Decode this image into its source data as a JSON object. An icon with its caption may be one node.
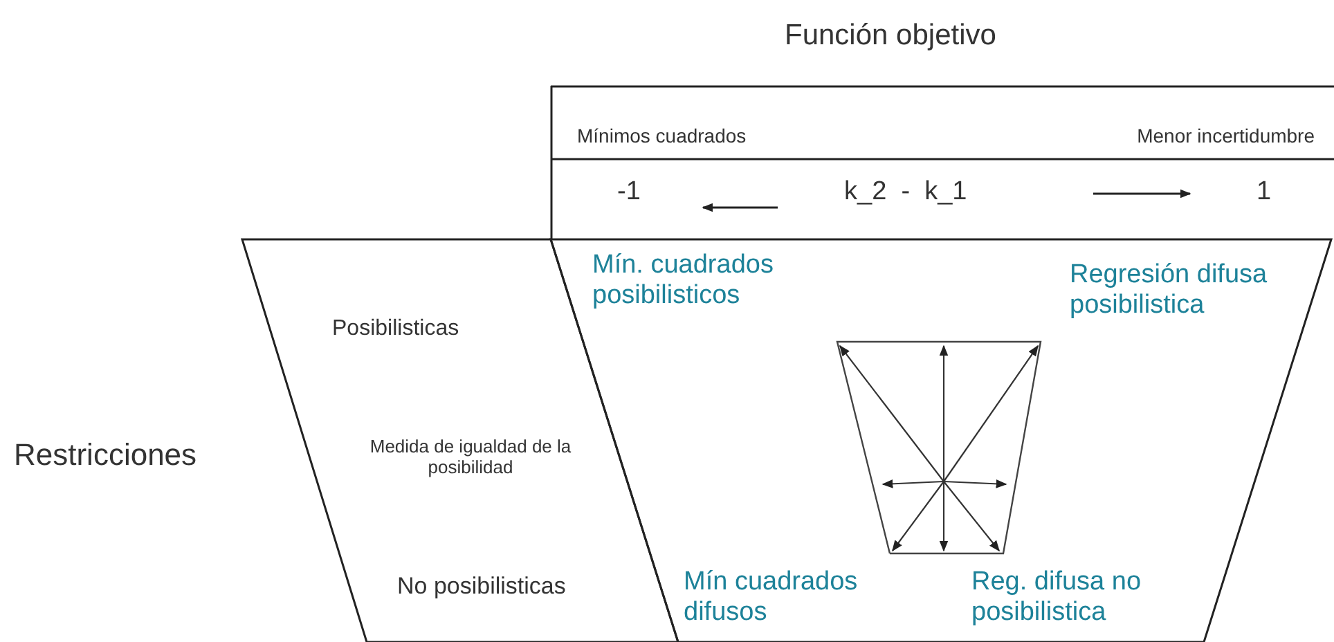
{
  "diagram": {
    "nodes": [
      {
        "text": [
          "Mínimos cuadrados",
          "Menor incertidumbre",
          "-1",
          "k_2  -  k_1",
          "1"
        ]
      },
      {
        "text": [
          "Posibilisticas",
          "Medida de igualdad de la posibilidad",
          "No posibilisticas"
        ]
      },
      {
        "text": [
          "Mín. cuadrados posibilisticos",
          "Regresión difusa posibilistica",
          "Mín cuadrados difusos",
          "Reg. difusa no posibilistica"
        ]
      }
    ],
    "edges": [],
    "labels": [
      "Función objetivo",
      "Restricciones"
    ]
  }
}
